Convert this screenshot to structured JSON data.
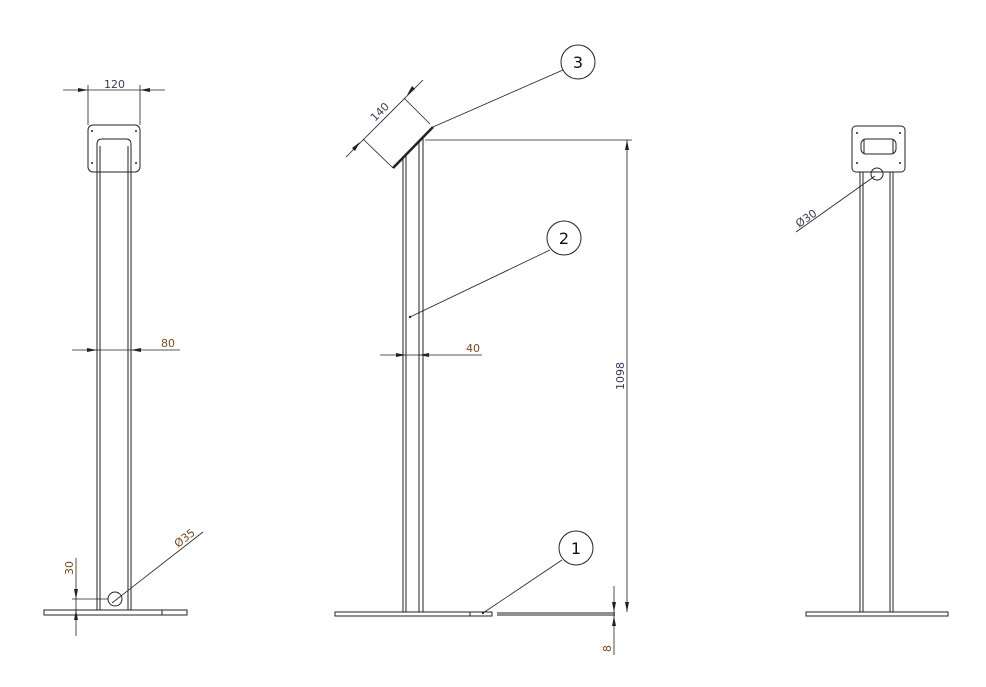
{
  "drawing": {
    "views": [
      "front-view",
      "side-view",
      "back-view"
    ],
    "dimensions": {
      "plate_width": "120",
      "column_width_front": "80",
      "hole_diameter_front": "Ø35",
      "hole_height": "30",
      "plate_depth": "140",
      "column_width_side": "40",
      "overall_height": "1098",
      "base_thickness": "8",
      "hole_diameter_back": "Ø30"
    },
    "balloons": [
      "1",
      "2",
      "3"
    ]
  }
}
